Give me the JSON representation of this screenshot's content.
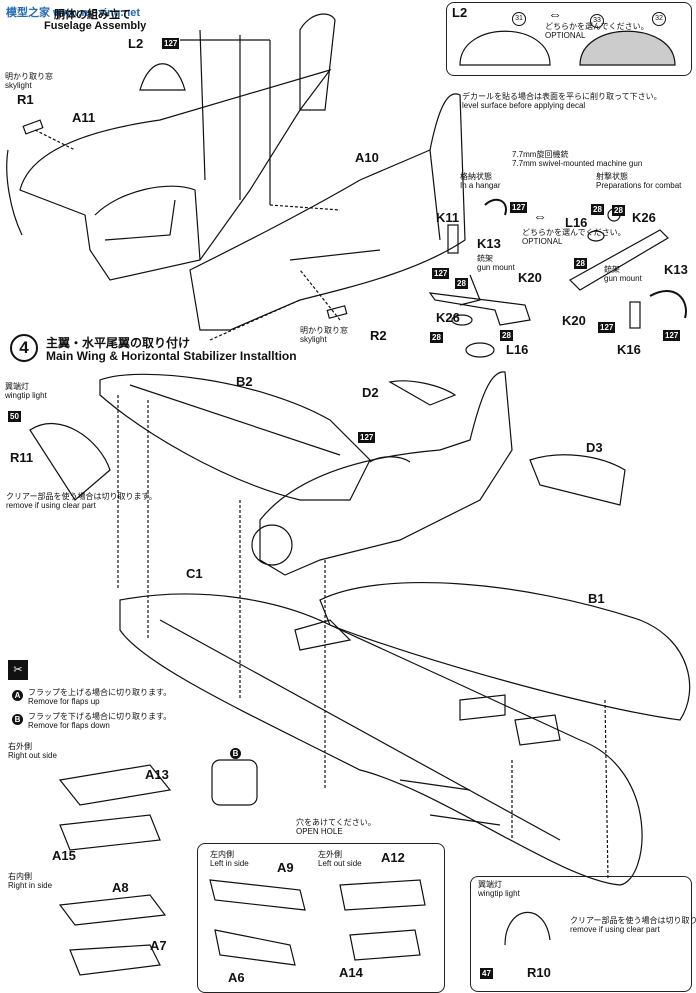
{
  "watermark": "模型之家 www.moxing.net",
  "step3": {
    "title_jp": "胴体の組み立て",
    "title_en": "Fuselage Assembly"
  },
  "step4": {
    "number": "4",
    "title_jp": "主翼・水平尾翼の取り付け",
    "title_en": "Main Wing & Horizontal Stabilizer Installtion"
  },
  "notes": {
    "skylight_jp": "明かり取り窓",
    "skylight_en": "skylight",
    "choose_jp": "どちらかを選んでください。",
    "optional": "OPTIONAL",
    "decal_jp": "デカールを貼る場合は表面を平らに削り取って下さい。",
    "decal_en": "level surface before applying decal",
    "mg_jp": "7.7mm旋回機銃",
    "mg_en": "7.7mm swivel-mounted machine gun",
    "hangar_jp": "格納状態",
    "hangar_en": "In a hangar",
    "combat_jp": "射撃状態",
    "combat_en": "Preparations for combat",
    "gunmount_jp": "銃架",
    "gunmount_en": "gun mount",
    "wingtip_jp": "翼端灯",
    "wingtip_en": "wingtip light",
    "clear_jp": "クリアー部品を使う場合は切り取ります。",
    "clear_en": "remove if using clear part",
    "flapA_jp": "フラップを上げる場合に切り取ります。",
    "flapA_en": "Remove for flaps up",
    "flapB_jp": "フラップを下げる場合に切り取ります。",
    "flapB_en": "Remove for flaps down",
    "hole_jp": "穴をあけてください。",
    "hole_en": "OPEN HOLE",
    "right_out_jp": "右外側",
    "right_out_en": "Right out side",
    "right_in_jp": "右内側",
    "right_in_en": "Right in side",
    "left_in_jp": "左内側",
    "left_in_en": "Left in side",
    "left_out_jp": "左外側",
    "left_out_en": "Left out side"
  },
  "parts": {
    "L2": "L2",
    "R1": "R1",
    "R2": "R2",
    "A10": "A10",
    "A11": "A11",
    "K11": "K11",
    "K13": "K13",
    "K13b": "K13",
    "K20": "K20",
    "K20b": "K20",
    "K26": "K26",
    "K26b": "K26",
    "L16": "L16",
    "L16b": "L16",
    "K16": "K16",
    "B1": "B1",
    "B2": "B2",
    "C1": "C1",
    "D2": "D2",
    "D3": "D3",
    "R10": "R10",
    "R11": "R11",
    "A6": "A6",
    "A7": "A7",
    "A8": "A8",
    "A9": "A9",
    "A12": "A12",
    "A13": "A13",
    "A14": "A14",
    "A15": "A15"
  },
  "callouts": {
    "paint127": "127",
    "paint28": "28",
    "paint50": "50",
    "paint47": "47",
    "decal31": "31",
    "decal32": "32",
    "decal33": "33",
    "flapA": "A",
    "flapB": "B"
  }
}
